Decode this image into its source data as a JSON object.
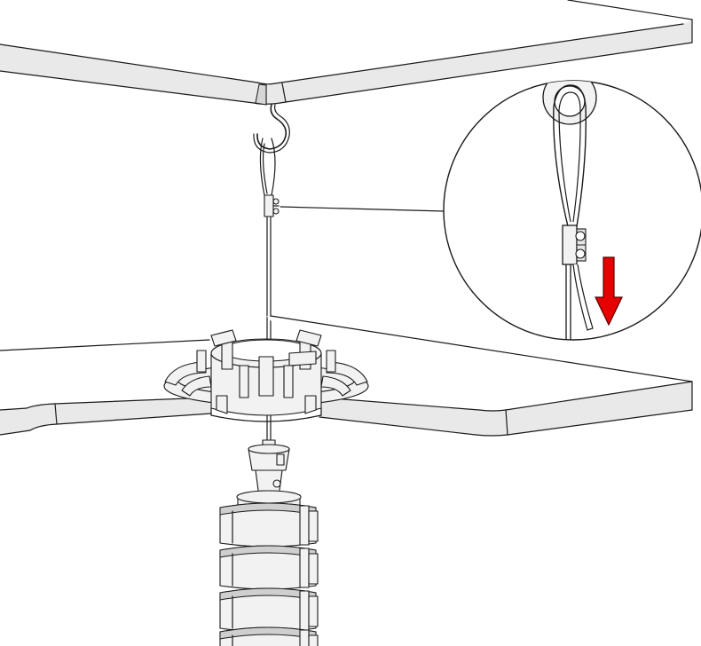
{
  "diagram": {
    "colors": {
      "line": "#1a1a1a",
      "panel_fill": "#ffffff",
      "panel_edge": "#e9e9e9",
      "panel_shadow": "#d6d6d6",
      "part_fill": "#f2f2f2",
      "part_shade": "#cfcfcf",
      "arrow": "#e60000",
      "arrow_edge": "#5a0000"
    },
    "callout": {
      "shape": "circle",
      "shows": "wire-loop-and-clamp-detail",
      "arrow_direction": "down"
    },
    "icons": [
      "ceiling-hook-icon",
      "wire-clamp-icon",
      "down-arrow-icon"
    ]
  }
}
